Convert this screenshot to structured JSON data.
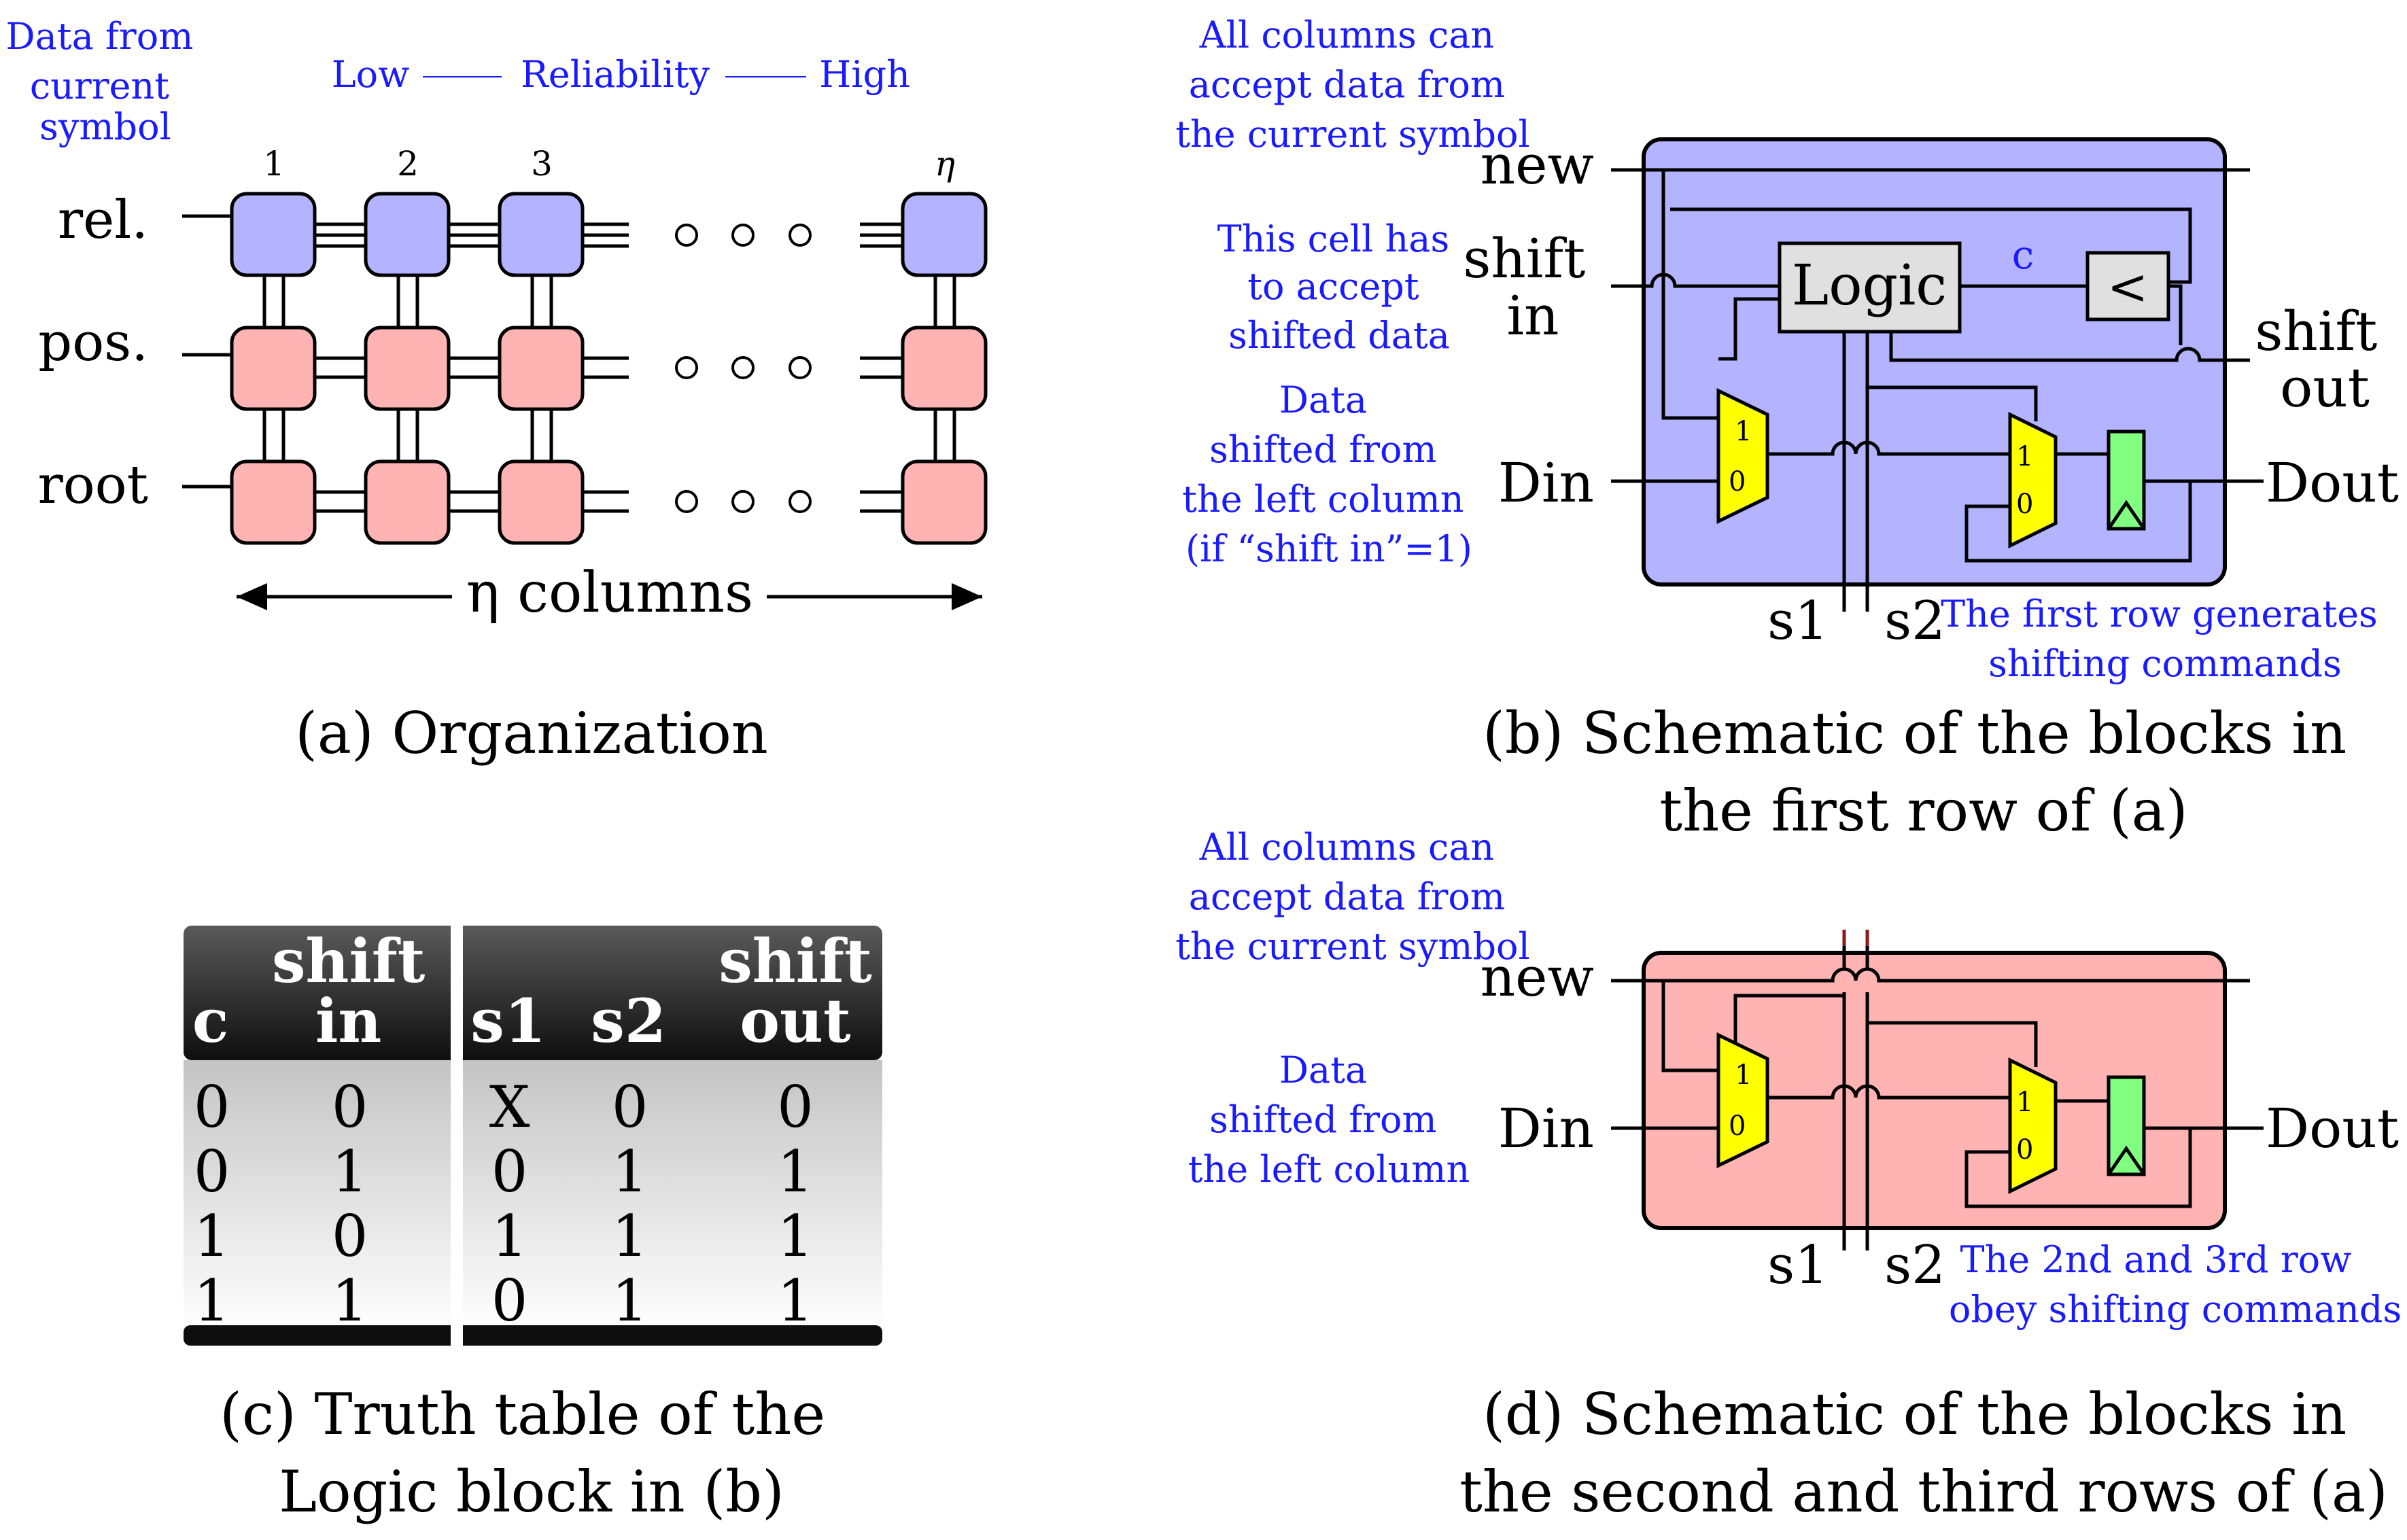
{
  "colors": {
    "rel_cell": "#b3b3ff",
    "pos_cell": "#ffb3b3",
    "mux": "#ffff00",
    "register": "#80ff80",
    "logic_box": "#e0e0e0",
    "annotation": "#1a1aff",
    "table_header_dark": "#111111",
    "table_header_light": "#5a5a5a",
    "table_body_top": "#c8c8c8",
    "table_body_bottom": "#ffffff"
  },
  "panel_a": {
    "annotation_data_from": [
      "Data from",
      "current",
      "symbol"
    ],
    "reliability_low": "Low",
    "reliability_mid": "Reliability",
    "reliability_high": "High",
    "column_labels": [
      "1",
      "2",
      "3",
      "η"
    ],
    "row_labels": [
      "rel.",
      "pos.",
      "root"
    ],
    "columns_label": "η columns",
    "caption": "(a) Organization"
  },
  "panel_b": {
    "annotation_all_columns": [
      "All columns can",
      "accept data from",
      "the current symbol"
    ],
    "annotation_cell_shift": [
      "This cell has",
      "to accept",
      "shifted data"
    ],
    "annotation_data_shifted": [
      "Data",
      "shifted from",
      "the left column",
      "(if “shift in”=1)"
    ],
    "annotation_first_row": [
      "The first row generates",
      "shifting commands"
    ],
    "port_new": "new",
    "port_shift_in": [
      "shift",
      "in"
    ],
    "port_din": "Din",
    "port_shift_out": [
      "shift",
      "out"
    ],
    "port_dout": "Dout",
    "logic_label": "Logic",
    "c_label": "c",
    "compare_label": "<",
    "mux_one": "1",
    "mux_zero": "0",
    "s1_label": "s1",
    "s2_label": "s2",
    "caption": [
      "(b) Schematic of the blocks in",
      "the first row of (a)"
    ]
  },
  "panel_c": {
    "headers": [
      {
        "top": "",
        "bottom": "c"
      },
      {
        "top": "shift",
        "bottom": "in"
      },
      {
        "top": "",
        "bottom": "s1"
      },
      {
        "top": "",
        "bottom": "s2"
      },
      {
        "top": "shift",
        "bottom": "out"
      }
    ],
    "rows": [
      [
        "0",
        "0",
        "X",
        "0",
        "0"
      ],
      [
        "0",
        "1",
        "0",
        "1",
        "1"
      ],
      [
        "1",
        "0",
        "1",
        "1",
        "1"
      ],
      [
        "1",
        "1",
        "0",
        "1",
        "1"
      ]
    ],
    "caption": [
      "(c) Truth table of the",
      "Logic block in (b)"
    ]
  },
  "panel_d": {
    "annotation_all_columns": [
      "All columns can",
      "accept data from",
      "the current symbol"
    ],
    "annotation_data_shifted": [
      "Data",
      "shifted from",
      "the left column"
    ],
    "annotation_rows": [
      "The 2nd and 3rd row",
      "obey shifting commands"
    ],
    "port_new": "new",
    "port_din": "Din",
    "port_dout": "Dout",
    "mux_one": "1",
    "mux_zero": "0",
    "s1_label": "s1",
    "s2_label": "s2",
    "caption": [
      "(d) Schematic of the blocks in",
      "the second and third rows of (a)"
    ]
  }
}
